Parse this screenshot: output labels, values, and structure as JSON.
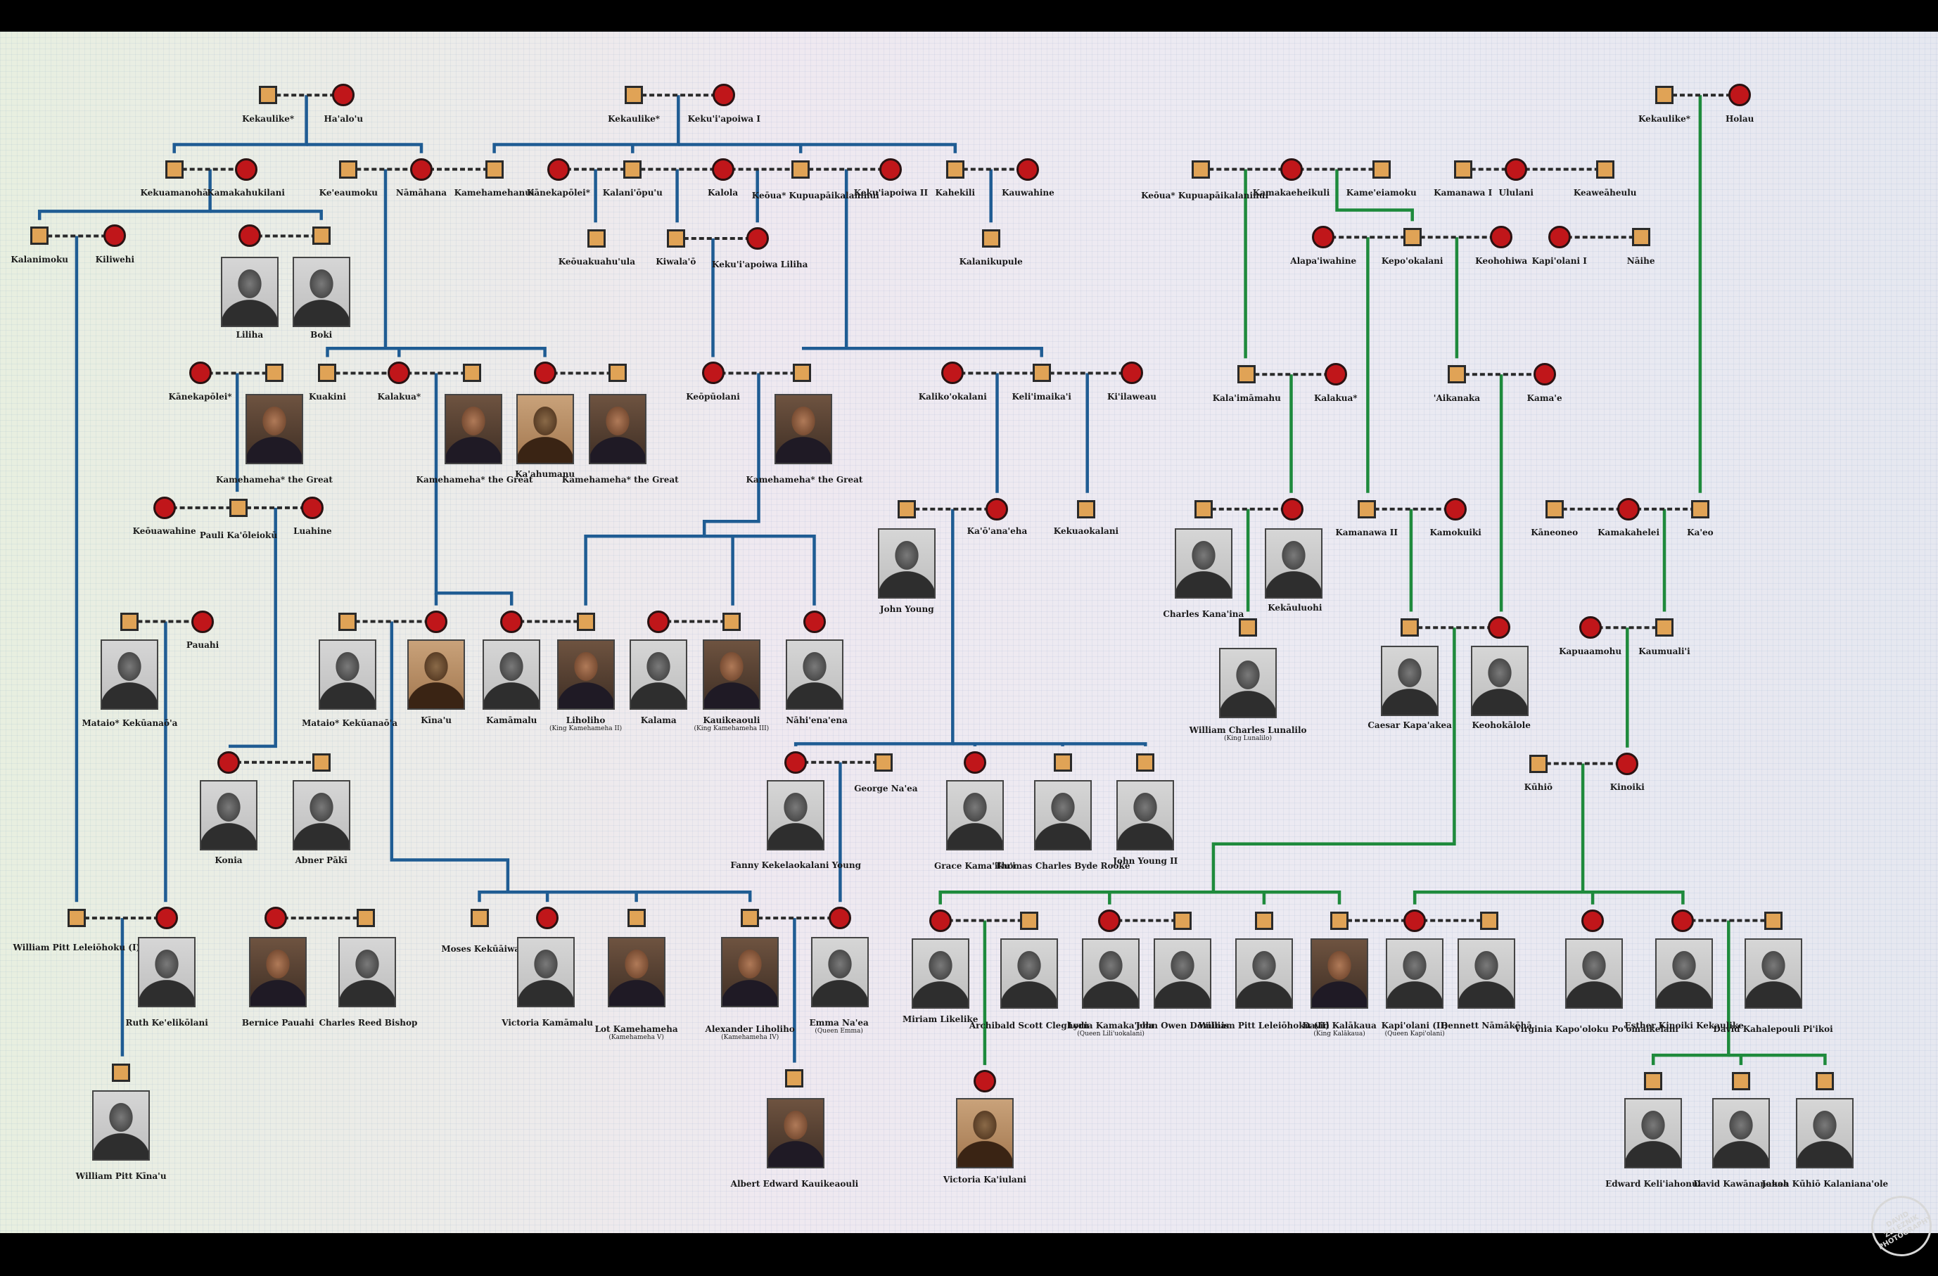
{
  "colors": {
    "blue_line": "#1f5c93",
    "green_line": "#1e8a3c",
    "male": "#e0a356",
    "female": "#c0161a",
    "marriage": "#2a2a2a"
  },
  "watermark": "DAVID ZELEZNIK PHOTOGRAPHY",
  "people": [
    {
      "id": "kekaulike1",
      "name": "Kekaulike*",
      "sex": "m",
      "icon": "male-square-icon"
    },
    {
      "id": "haaloou",
      "name": "Ha'alo'u",
      "sex": "f",
      "icon": "female-circle-icon"
    },
    {
      "id": "kekaulike2",
      "name": "Kekaulike*",
      "sex": "m",
      "icon": "male-square-icon"
    },
    {
      "id": "kekuiapoiwa1",
      "name": "Keku'i'apoiwa I",
      "sex": "f",
      "icon": "female-circle-icon"
    },
    {
      "id": "kekaulike3",
      "name": "Kekaulike*",
      "sex": "m",
      "icon": "male-square-icon"
    },
    {
      "id": "holau",
      "name": "Holau",
      "sex": "f",
      "icon": "female-circle-icon"
    },
    {
      "id": "kekuamanoha",
      "name": "Kekuamanohā",
      "sex": "m",
      "icon": "male-square-icon"
    },
    {
      "id": "kamakahukilani",
      "name": "Kamakahukilani",
      "sex": "f",
      "icon": "female-circle-icon"
    },
    {
      "id": "keeaumoku",
      "name": "Ke'eaumoku",
      "sex": "m",
      "icon": "male-square-icon"
    },
    {
      "id": "namahana",
      "name": "Nāmāhana",
      "sex": "f",
      "icon": "female-circle-icon"
    },
    {
      "id": "kamehamehanui",
      "name": "Kamehamehanui",
      "sex": "m",
      "icon": "male-square-icon"
    },
    {
      "id": "kanekapolei1",
      "name": "Kānekapōlei*",
      "sex": "f",
      "icon": "female-circle-icon"
    },
    {
      "id": "kalaniopuu",
      "name": "Kalani'ōpu'u",
      "sex": "m",
      "icon": "male-square-icon"
    },
    {
      "id": "kalola",
      "name": "Kalola",
      "sex": "f",
      "icon": "female-circle-icon"
    },
    {
      "id": "keoua1",
      "name": "Keōua* Kupuapāikalaninui",
      "sex": "m",
      "icon": "male-square-icon"
    },
    {
      "id": "kekuiapoiwa2",
      "name": "Keku'iapoiwa II",
      "sex": "f",
      "icon": "female-circle-icon"
    },
    {
      "id": "kahekili",
      "name": "Kahekili",
      "sex": "m",
      "icon": "male-square-icon"
    },
    {
      "id": "kauwahine",
      "name": "Kauwahine",
      "sex": "f",
      "icon": "female-circle-icon"
    },
    {
      "id": "kalanimoku",
      "name": "Kalanimoku",
      "sex": "m",
      "icon": "male-square-icon"
    },
    {
      "id": "kiliwehi",
      "name": "Kiliwehi",
      "sex": "f",
      "icon": "female-circle-icon"
    },
    {
      "id": "liliha",
      "name": "Liliha",
      "sex": "f",
      "icon": "female-circle-icon"
    },
    {
      "id": "boki",
      "name": "Boki",
      "sex": "m",
      "icon": "male-square-icon"
    },
    {
      "id": "keouakuahuula",
      "name": "Keōuakuahu'ula",
      "sex": "m",
      "icon": "male-square-icon"
    },
    {
      "id": "kiwalao",
      "name": "Kiwala'ō",
      "sex": "m",
      "icon": "male-square-icon"
    },
    {
      "id": "kekuiapoiwa_liliha",
      "name": "Keku'i'apoiwa Liliha",
      "sex": "f",
      "icon": "female-circle-icon"
    },
    {
      "id": "kalanikupule",
      "name": "Kalanikupule",
      "sex": "m",
      "icon": "male-square-icon"
    },
    {
      "id": "keoua2",
      "name": "Keōua* Kupuapāikalaninui",
      "sex": "m",
      "icon": "male-square-icon"
    },
    {
      "id": "kamakaeheikuli",
      "name": "Kamakaeheikuli",
      "sex": "f",
      "icon": "female-circle-icon"
    },
    {
      "id": "kameeiamoku",
      "name": "Kame'eiamoku",
      "sex": "m",
      "icon": "male-square-icon"
    },
    {
      "id": "kamanawa1",
      "name": "Kamanawa I",
      "sex": "m",
      "icon": "male-square-icon"
    },
    {
      "id": "ululani",
      "name": "Ululani",
      "sex": "f",
      "icon": "female-circle-icon"
    },
    {
      "id": "keaweaheulu",
      "name": "Keaweāheulu",
      "sex": "m",
      "icon": "male-square-icon"
    },
    {
      "id": "alapaiwahine",
      "name": "Alapa'iwahine",
      "sex": "f",
      "icon": "female-circle-icon"
    },
    {
      "id": "kepookalani",
      "name": "Kepo'okalani",
      "sex": "m",
      "icon": "male-square-icon"
    },
    {
      "id": "keohohiwa",
      "name": "Keohohiwa",
      "sex": "f",
      "icon": "female-circle-icon"
    },
    {
      "id": "kapiolani1",
      "name": "Kapi'olani I",
      "sex": "f",
      "icon": "female-circle-icon"
    },
    {
      "id": "naihe",
      "name": "Nāihe",
      "sex": "m",
      "icon": "male-square-icon"
    },
    {
      "id": "kanekapolei2",
      "name": "Kānekapōlei*",
      "sex": "f",
      "icon": "female-circle-icon"
    },
    {
      "id": "kamehameha_a",
      "name": "Kamehameha* the Great",
      "sex": "m",
      "icon": "male-square-icon"
    },
    {
      "id": "kuakini",
      "name": "Kuakini",
      "sex": "m",
      "icon": "male-square-icon"
    },
    {
      "id": "kalakua1",
      "name": "Kalakua*",
      "sex": "f",
      "icon": "female-circle-icon"
    },
    {
      "id": "kamehameha_b",
      "name": "Kamehameha* the Great",
      "sex": "m",
      "icon": "male-square-icon"
    },
    {
      "id": "kaahumanu",
      "name": "Ka'ahumanu",
      "sex": "f",
      "icon": "female-circle-icon"
    },
    {
      "id": "kamehameha_c",
      "name": "Kamehameha* the Great",
      "sex": "m",
      "icon": "male-square-icon"
    },
    {
      "id": "keopuolani",
      "name": "Keōpūolani",
      "sex": "f",
      "icon": "female-circle-icon"
    },
    {
      "id": "kamehameha_d",
      "name": "Kamehameha* the Great",
      "sex": "m",
      "icon": "male-square-icon"
    },
    {
      "id": "kalikookalani",
      "name": "Kaliko'okalani",
      "sex": "f",
      "icon": "female-circle-icon"
    },
    {
      "id": "keliimaikai",
      "name": "Keli'imaika'i",
      "sex": "m",
      "icon": "male-square-icon"
    },
    {
      "id": "kiilaweau",
      "name": "Ki'ilaweau",
      "sex": "f",
      "icon": "female-circle-icon"
    },
    {
      "id": "kalaimamahu",
      "name": "Kala'imāmahu",
      "sex": "m",
      "icon": "male-square-icon"
    },
    {
      "id": "kalakua2",
      "name": "Kalakua*",
      "sex": "f",
      "icon": "female-circle-icon"
    },
    {
      "id": "aikanaka",
      "name": "'Aikanaka",
      "sex": "m",
      "icon": "male-square-icon"
    },
    {
      "id": "kamae",
      "name": "Kama'e",
      "sex": "f",
      "icon": "female-circle-icon"
    },
    {
      "id": "keouawahine",
      "name": "Keōuawahine",
      "sex": "f",
      "icon": "female-circle-icon"
    },
    {
      "id": "pauli",
      "name": "Pauli Ka'ōleiokū",
      "sex": "m",
      "icon": "male-square-icon"
    },
    {
      "id": "luahine",
      "name": "Luahine",
      "sex": "f",
      "icon": "female-circle-icon"
    },
    {
      "id": "john_young",
      "name": "John Young",
      "sex": "m",
      "icon": "male-square-icon"
    },
    {
      "id": "kaoanaeha",
      "name": "Ka'ō'ana'eha",
      "sex": "f",
      "icon": "female-circle-icon"
    },
    {
      "id": "kekuaokalani",
      "name": "Kekuaokalani",
      "sex": "m",
      "icon": "male-square-icon"
    },
    {
      "id": "charles_kanaina",
      "name": "Charles Kana'ina",
      "sex": "m",
      "icon": "male-square-icon"
    },
    {
      "id": "kekauluohi",
      "name": "Kekāuluohi",
      "sex": "f",
      "icon": "female-circle-icon"
    },
    {
      "id": "kamanawa2",
      "name": "Kamanawa II",
      "sex": "m",
      "icon": "male-square-icon"
    },
    {
      "id": "kamokuiki",
      "name": "Kamokuiki",
      "sex": "f",
      "icon": "female-circle-icon"
    },
    {
      "id": "kaneoneo",
      "name": "Kāneoneo",
      "sex": "m",
      "icon": "male-square-icon"
    },
    {
      "id": "kamakahelei",
      "name": "Kamakahelei",
      "sex": "f",
      "icon": "female-circle-icon"
    },
    {
      "id": "kaeo",
      "name": "Ka'eo",
      "sex": "m",
      "icon": "male-square-icon"
    },
    {
      "id": "mataio1",
      "name": "Mataio* Kekūanaō'a",
      "sex": "m",
      "icon": "male-square-icon"
    },
    {
      "id": "pauahi",
      "name": "Pauahi",
      "sex": "f",
      "icon": "female-circle-icon"
    },
    {
      "id": "mataio2",
      "name": "Mataio* Kekūanaō'a",
      "sex": "m",
      "icon": "male-square-icon"
    },
    {
      "id": "kinau",
      "name": "Kīna'u",
      "sex": "f",
      "icon": "female-circle-icon"
    },
    {
      "id": "kamamalu",
      "name": "Kamāmalu",
      "sex": "f",
      "icon": "female-circle-icon"
    },
    {
      "id": "liholiho",
      "name": "Liholiho",
      "sub": "(King Kamehameha II)",
      "sex": "m",
      "icon": "male-square-icon"
    },
    {
      "id": "kalama",
      "name": "Kalama",
      "sex": "f",
      "icon": "female-circle-icon"
    },
    {
      "id": "kauikeaouli",
      "name": "Kauikeaouli",
      "sub": "(King Kamehameha III)",
      "sex": "m",
      "icon": "male-square-icon"
    },
    {
      "id": "nahienaena",
      "name": "Nāhi'ena'ena",
      "sex": "f",
      "icon": "female-circle-icon"
    },
    {
      "id": "lunalilo",
      "name": "William Charles Lunalilo",
      "sub": "(King Lunalilo)",
      "sex": "m",
      "icon": "male-square-icon"
    },
    {
      "id": "caesar",
      "name": "Caesar Kapa'akea",
      "sex": "m",
      "icon": "male-square-icon"
    },
    {
      "id": "keohokalole",
      "name": "Keohokālole",
      "sex": "f",
      "icon": "female-circle-icon"
    },
    {
      "id": "kapuaamohu",
      "name": "Kapuaamohu",
      "sex": "f",
      "icon": "female-circle-icon"
    },
    {
      "id": "kaumualii",
      "name": "Kaumuali'i",
      "sex": "m",
      "icon": "male-square-icon"
    },
    {
      "id": "konia",
      "name": "Konia",
      "sex": "f",
      "icon": "female-circle-icon"
    },
    {
      "id": "abner",
      "name": "Abner Pākī",
      "sex": "m",
      "icon": "male-square-icon"
    },
    {
      "id": "fanny",
      "name": "Fanny Kekelaokalani Young",
      "sex": "f",
      "icon": "female-circle-icon"
    },
    {
      "id": "george_naea",
      "name": "George Na'ea",
      "sex": "m",
      "icon": "male-square-icon"
    },
    {
      "id": "grace",
      "name": "Grace Kama'iku'i",
      "sex": "f",
      "icon": "female-circle-icon"
    },
    {
      "id": "thomas_rooke",
      "name": "Thomas Charles Byde Rooke",
      "sex": "m",
      "icon": "male-square-icon"
    },
    {
      "id": "john_young2",
      "name": "John Young II",
      "sex": "m",
      "icon": "male-square-icon"
    },
    {
      "id": "kuhio",
      "name": "Kūhiō",
      "sex": "m",
      "icon": "male-square-icon"
    },
    {
      "id": "kinoiki",
      "name": "Kinoiki",
      "sex": "f",
      "icon": "female-circle-icon"
    },
    {
      "id": "leleiohoku1",
      "name": "William Pitt Leleiōhoku (I)",
      "sex": "m",
      "icon": "male-square-icon"
    },
    {
      "id": "ruth",
      "name": "Ruth Ke'elikōlani",
      "sex": "f",
      "icon": "female-circle-icon"
    },
    {
      "id": "bernice",
      "name": "Bernice Pauahi",
      "sex": "f",
      "icon": "female-circle-icon"
    },
    {
      "id": "bishop",
      "name": "Charles Reed Bishop",
      "sex": "m",
      "icon": "male-square-icon"
    },
    {
      "id": "moses",
      "name": "Moses Kekūāiwa",
      "sex": "m",
      "icon": "male-square-icon"
    },
    {
      "id": "victoria_kamamalu",
      "name": "Victoria Kamāmalu",
      "sex": "f",
      "icon": "female-circle-icon"
    },
    {
      "id": "lot",
      "name": "Lot Kamehameha",
      "sub": "(Kamehameha V)",
      "sex": "m",
      "icon": "male-square-icon"
    },
    {
      "id": "alexander",
      "name": "Alexander Liholiho",
      "sub": "(Kamehameha IV)",
      "sex": "m",
      "icon": "male-square-icon"
    },
    {
      "id": "emma",
      "name": "Emma Na'ea",
      "sub": "(Queen Emma)",
      "sex": "f",
      "icon": "female-circle-icon"
    },
    {
      "id": "miriam",
      "name": "Miriam Likelike",
      "sex": "f",
      "icon": "female-circle-icon"
    },
    {
      "id": "cleghorn",
      "name": "Archibald Scott Cleghorn",
      "sex": "m",
      "icon": "male-square-icon"
    },
    {
      "id": "lydia",
      "name": "Lydia Kamaka'eha",
      "sub": "(Queen Lili'uokalani)",
      "sex": "f",
      "icon": "female-circle-icon"
    },
    {
      "id": "dominis",
      "name": "John Owen Dominis",
      "sex": "m",
      "icon": "male-square-icon"
    },
    {
      "id": "leleiohoku2",
      "name": "William Pitt Leleiōhoku (II)",
      "sex": "m",
      "icon": "male-square-icon"
    },
    {
      "id": "kalakaua",
      "name": "David Kalākaua",
      "sub": "(King Kalākaua)",
      "sex": "m",
      "icon": "male-square-icon"
    },
    {
      "id": "kapiolani2",
      "name": "Kapi'olani (II)",
      "sub": "(Queen Kapi'olani)",
      "sex": "f",
      "icon": "female-circle-icon"
    },
    {
      "id": "bennett",
      "name": "Bennett Nāmākēhā",
      "sex": "m",
      "icon": "male-square-icon"
    },
    {
      "id": "virginia",
      "name": "Virginia Kapo'oloku Po'omaikelani",
      "sex": "f",
      "icon": "female-circle-icon"
    },
    {
      "id": "esther",
      "name": "Esther Kinoiki Kekaulike",
      "sex": "f",
      "icon": "female-circle-icon"
    },
    {
      "id": "david_kahalepouli",
      "name": "David Kahalepouli Pi'ikoi",
      "sex": "m",
      "icon": "male-square-icon"
    },
    {
      "id": "kinau2",
      "name": "William Pitt Kīna'u",
      "sex": "m",
      "icon": "male-square-icon"
    },
    {
      "id": "albert",
      "name": "Albert Edward Kauikeaouli",
      "sex": "m",
      "icon": "male-square-icon"
    },
    {
      "id": "kaiulani",
      "name": "Victoria Ka'iulani",
      "sex": "f",
      "icon": "female-circle-icon"
    },
    {
      "id": "edward",
      "name": "Edward Keli'iahonui",
      "sex": "m",
      "icon": "male-square-icon"
    },
    {
      "id": "kawananakoa",
      "name": "David Kawānanakoa",
      "sex": "m",
      "icon": "male-square-icon"
    },
    {
      "id": "kuhio2",
      "name": "Jonah Kūhiō Kalaniana'ole",
      "sex": "m",
      "icon": "male-square-icon"
    }
  ]
}
